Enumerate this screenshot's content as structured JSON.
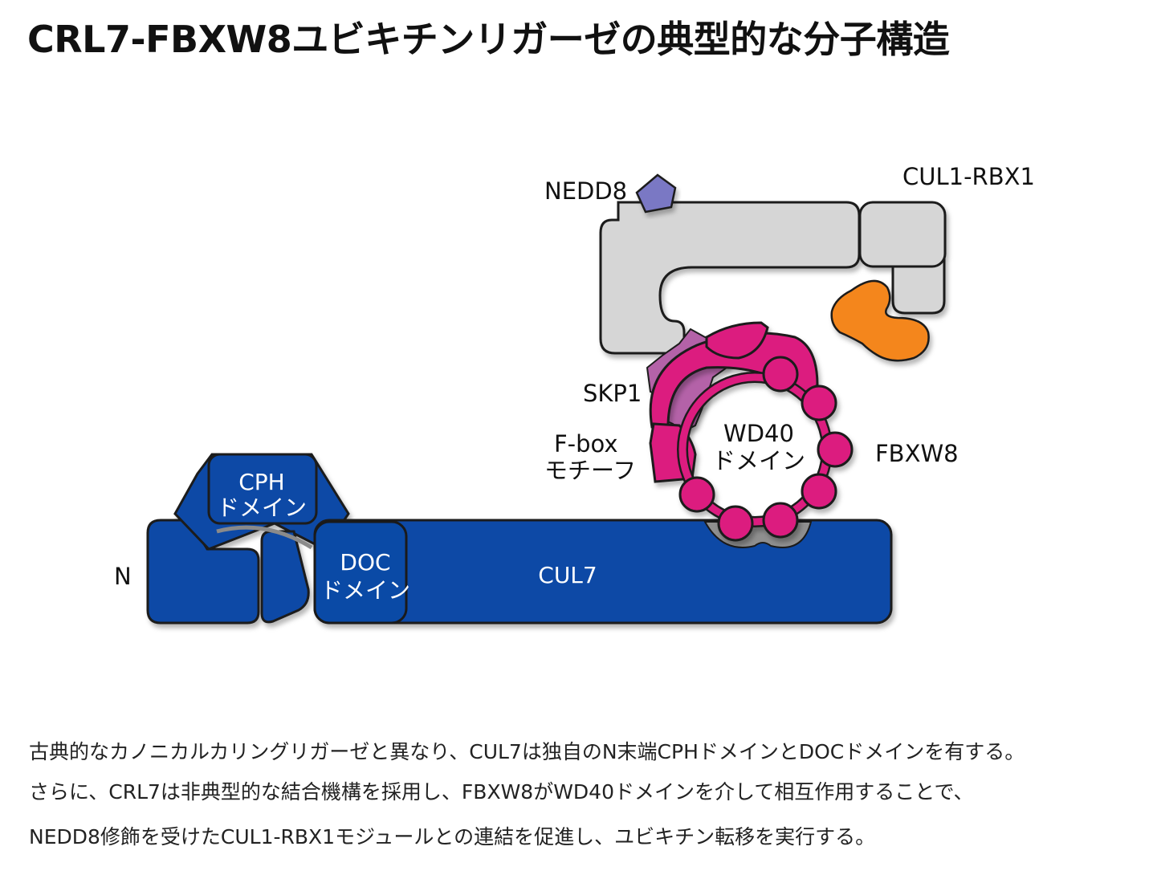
{
  "title": "CRL7-FBXW8ユビキチンリガーゼの典型的な分子構造",
  "labels": {
    "nedd8": "NEDD8",
    "cul1_rbx1": "CUL1-RBX1",
    "skp1": "SKP1",
    "fbox_line1": "F-box",
    "fbox_line2": "モチーフ",
    "wd40_line1": "WD40",
    "wd40_line2": "ドメイン",
    "fbxw8": "FBXW8",
    "cph_line1": "CPH",
    "cph_line2": "ドメイン",
    "n_terminus": "N",
    "doc_line1": "DOC",
    "doc_line2": "ドメイン",
    "cul7": "CUL7"
  },
  "colors": {
    "cul7_blue": "#0a4aa6",
    "fbxw8_magenta": "#dc1f7f",
    "skp1_purple": "#b462a8",
    "nedd8_violet": "#7a78c4",
    "rbx1_orange": "#f4861e",
    "cul1_gray": "#d6d6d6"
  },
  "caption": [
    "古典的なカノニカルカリングリガーゼと異なり、CUL7は独自のN末端CPHドメインとDOCドメインを有する。",
    "さらに、CRL7は非典型的な結合機構を採用し、FBXW8がWD40ドメインを介して相互作用することで、",
    "NEDD8修飾を受けたCUL1-RBX1モジュールとの連結を促進し、ユビキチン転移を実行する。"
  ]
}
